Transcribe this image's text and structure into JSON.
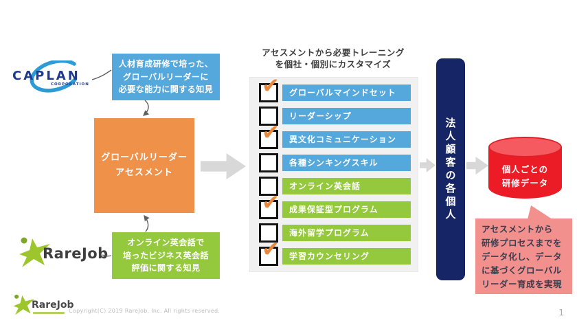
{
  "colors": {
    "blue": "#55A8DC",
    "green": "#94C83D",
    "orange": "#F0914A",
    "navy": "#152566",
    "red_body": "#EB1C26",
    "red_top": "#F45A60",
    "pink": "#F2908D",
    "arrow": "#D8D8D8",
    "check_orange": "#E8873B"
  },
  "logos": {
    "caplan": {
      "name": "CAPLAN",
      "sub": "CORPORATION"
    },
    "rarejob_main": {
      "name": "RareJob"
    },
    "rarejob_footer": {
      "name": "RareJob"
    }
  },
  "boxes": {
    "caplan_knowledge": {
      "lines": [
        "人材育成研修で培った、",
        "グローバルリーダーに",
        "必要な能力に関する知見"
      ]
    },
    "assessment": {
      "lines": [
        "グローバルリーダー",
        "アセスメント"
      ]
    },
    "rarejob_knowledge": {
      "lines": [
        "オンライン英会話で",
        "培ったビジネス英会話",
        "評価に関する知見"
      ]
    }
  },
  "checklist": {
    "title_lines": [
      "アセスメントから必要トレーニング",
      "を個社・個別にカスタマイズ"
    ],
    "check_glyph": "✔",
    "items": [
      {
        "label": "グローバルマインドセット",
        "color": "blue",
        "checked": true
      },
      {
        "label": "リーダーシップ",
        "color": "blue",
        "checked": false
      },
      {
        "label": "異文化コミュニケーション",
        "color": "blue",
        "checked": true
      },
      {
        "label": "各種シンキングスキル",
        "color": "blue",
        "checked": false
      },
      {
        "label": "オンライン英会話",
        "color": "green",
        "checked": false
      },
      {
        "label": "成果保証型プログラム",
        "color": "green",
        "checked": true
      },
      {
        "label": "海外留学プログラム",
        "color": "green",
        "checked": false
      },
      {
        "label": "学習カウンセリング",
        "color": "green",
        "checked": true
      }
    ]
  },
  "corporate_bar": {
    "label": "法人顧客の各個人"
  },
  "cylinder": {
    "lines": [
      "個人ごとの",
      "研修データ"
    ]
  },
  "bubble": {
    "lines": [
      "アセスメントから",
      "研修プロセスまでを",
      "データ化し、データ",
      "に基づくグローバル",
      "リーダー育成を実現"
    ]
  },
  "footer": {
    "copyright": "Copyright(C) 2019 RareJob, Inc. All rights reserved.",
    "page_number": "1"
  }
}
